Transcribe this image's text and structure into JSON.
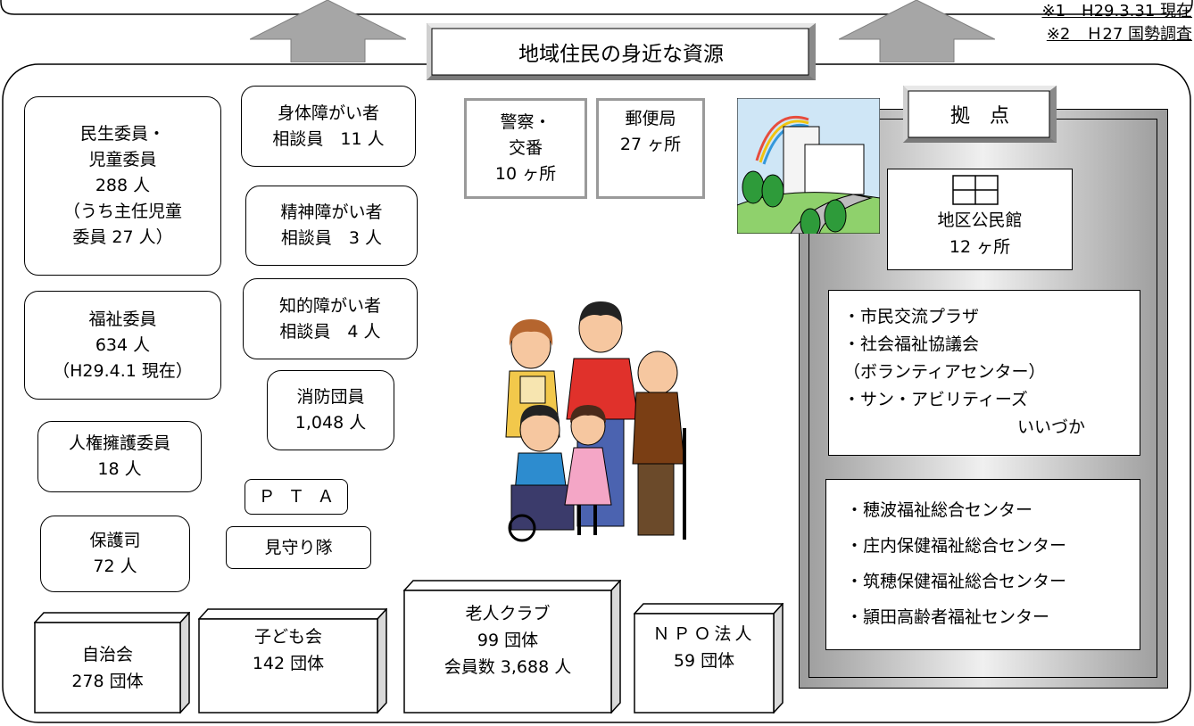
{
  "notes": [
    "※1　H29.3.31 現在",
    "※2　Ｈ27 国勢調査"
  ],
  "center_title": "地域住民の身近な資源",
  "left": {
    "minsei": [
      "民生委員・",
      "児童委員",
      "288 人",
      "（うち主任児童",
      "委員 27 人）"
    ],
    "fukushi": [
      "福祉委員",
      "634 人",
      "（H29.4.1 現在）"
    ],
    "jinken": [
      "人権擁護委員",
      "18 人"
    ],
    "hogoshi": [
      "保護司",
      "72 人"
    ],
    "shintai": [
      "身体障がい者",
      "相談員　11 人"
    ],
    "seishin": [
      "精神障がい者",
      "相談員　3 人"
    ],
    "chiteki": [
      "知的障がい者",
      "相談員　4 人"
    ],
    "shobo": [
      "消防団員",
      "1,048 人"
    ],
    "pta": "ＰＴＡ",
    "mimamori": "見守り隊"
  },
  "police": [
    "警察・",
    "交番",
    "10 ヶ所"
  ],
  "post": [
    "郵便局",
    "27 ヶ所"
  ],
  "cubes": {
    "jichikai": [
      "自治会",
      "278 団体"
    ],
    "kodomokai": [
      "子ども会",
      "142 団体"
    ],
    "rojin": [
      "老人クラブ",
      "99 団体",
      "会員数 3,688 人"
    ],
    "npo": [
      "ＮＰＯ法人",
      "59 団体"
    ]
  },
  "base": {
    "title": "拠　点",
    "kominkan": [
      "地区公民館",
      "12 ヶ所"
    ],
    "list1": [
      "・市民交流プラザ",
      "・社会福祉協議会",
      "（ボランティアセンター）",
      "・サン・アビリティーズ",
      "いいづか"
    ],
    "list2": [
      "・穂波福祉総合センター",
      "・庄内保健福祉総合センター",
      "・筑穂保健福祉総合センター",
      "・頴田高齢者福祉センター"
    ]
  },
  "colors": {
    "frame_gray": "#9a9a9a",
    "arrow_gray": "#a6a6a6"
  }
}
